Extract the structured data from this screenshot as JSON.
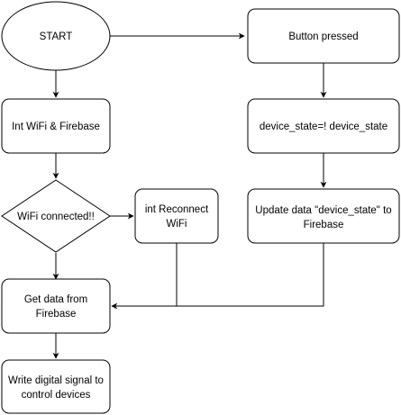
{
  "nodes": {
    "start": {
      "label": "START"
    },
    "button_pressed": {
      "label": "Button pressed"
    },
    "init_wifi_firebase": {
      "label": "Int WiFi & Firebase"
    },
    "toggle_state": {
      "label": "device_state=! device_state"
    },
    "wifi_connected": {
      "label": "WiFi connected!!"
    },
    "reconnect_wifi": {
      "line1": "int Reconnect",
      "line2": "WiFi"
    },
    "update_data": {
      "line1": "Update data \"device_state\" to",
      "line2": "Firebase"
    },
    "get_data": {
      "line1": "Get data from",
      "line2": "Firebase"
    },
    "write_signal": {
      "line1": "Write digital signal to",
      "line2": "control devices"
    }
  },
  "colors": {
    "stroke": "#000000",
    "fill": "#ffffff",
    "text": "#000000"
  }
}
